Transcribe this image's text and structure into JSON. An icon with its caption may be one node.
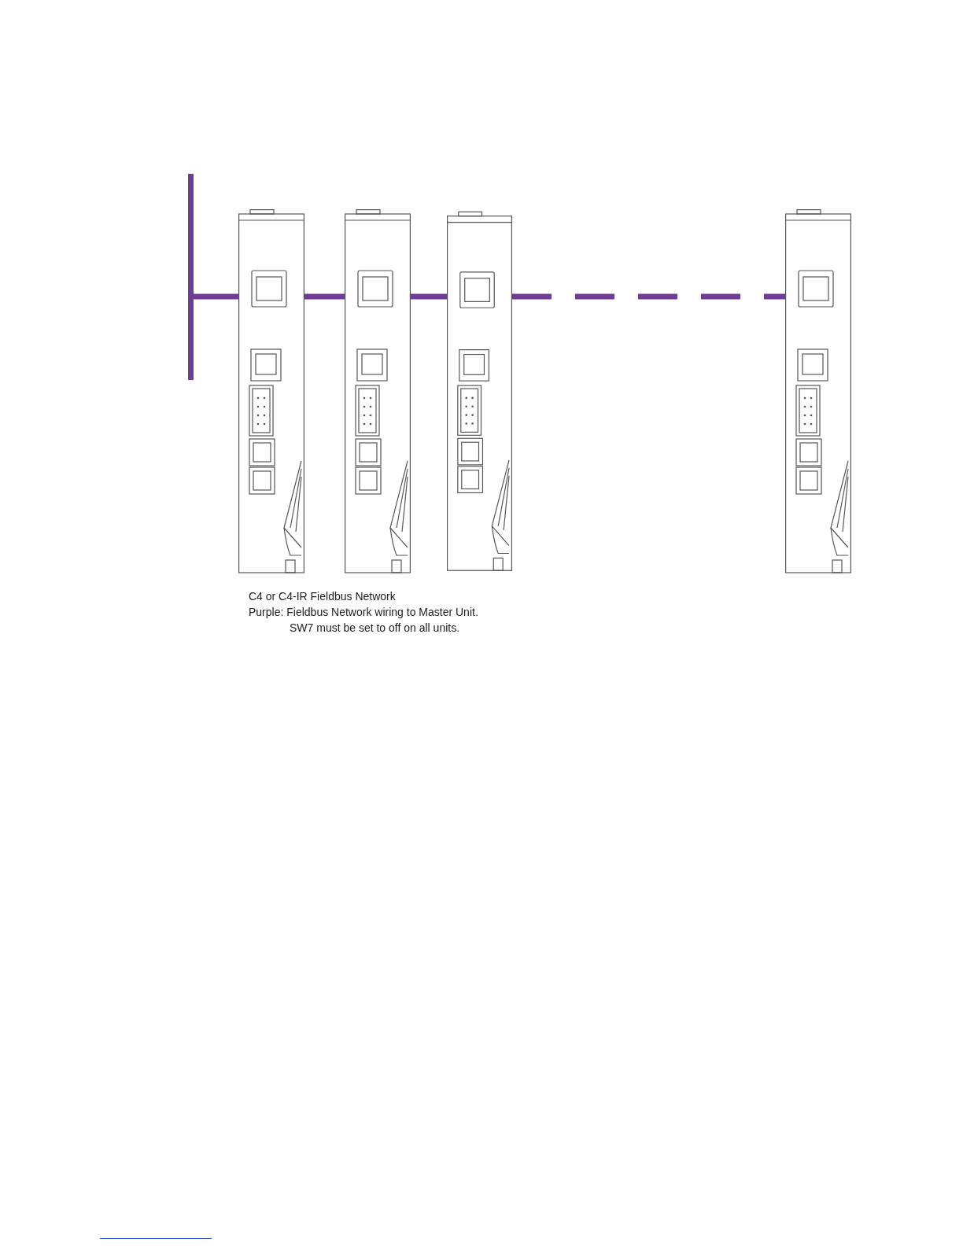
{
  "diagram": {
    "nodes": [
      {
        "text": [],
        "shape": "bar"
      },
      {
        "text": [],
        "shape": "picture"
      },
      {
        "text": [],
        "shape": "picture"
      },
      {
        "text": [],
        "shape": "picture"
      },
      {
        "text": [],
        "shape": "picture"
      }
    ],
    "edges": [
      {
        "from": 0,
        "to": 1,
        "arrow": "none"
      },
      {
        "from": 1,
        "to": 2,
        "arrow": "none"
      },
      {
        "from": 2,
        "to": 3,
        "arrow": "none"
      },
      {
        "from": 3,
        "to": 4,
        "arrow": "none",
        "style": "dashed"
      }
    ],
    "labels": [
      "C4 or C4-IR Fieldbus Network",
      "Purple: Fieldbus Network wiring to Master Unit.",
      "SW7 must be set to off on all units."
    ]
  }
}
